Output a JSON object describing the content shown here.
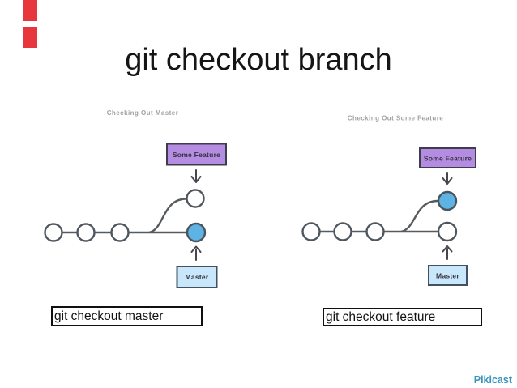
{
  "slide": {
    "title": "git checkout branch",
    "brand": "Pikicast"
  },
  "panels": [
    {
      "caption": "Checking Out Master",
      "feature_branch_label": "Some Feature",
      "master_branch_label": "Master",
      "checked_out": "master",
      "command": "git checkout master"
    },
    {
      "caption": "Checking Out Some Feature",
      "feature_branch_label": "Some Feature",
      "master_branch_label": "Master",
      "checked_out": "feature",
      "command": "git checkout feature"
    }
  ],
  "colors": {
    "accent_red": "#e8363d",
    "feature_box_fill": "#b48ce1",
    "feature_box_border": "#3f3d4d",
    "master_box_fill": "#c9e7fa",
    "master_box_border": "#42505f",
    "checked_out_commit_fill": "#5db4e4",
    "commit_stroke": "#4f565e",
    "caption_gray": "#a2a2a2",
    "brand_teal": "#3794bb"
  }
}
